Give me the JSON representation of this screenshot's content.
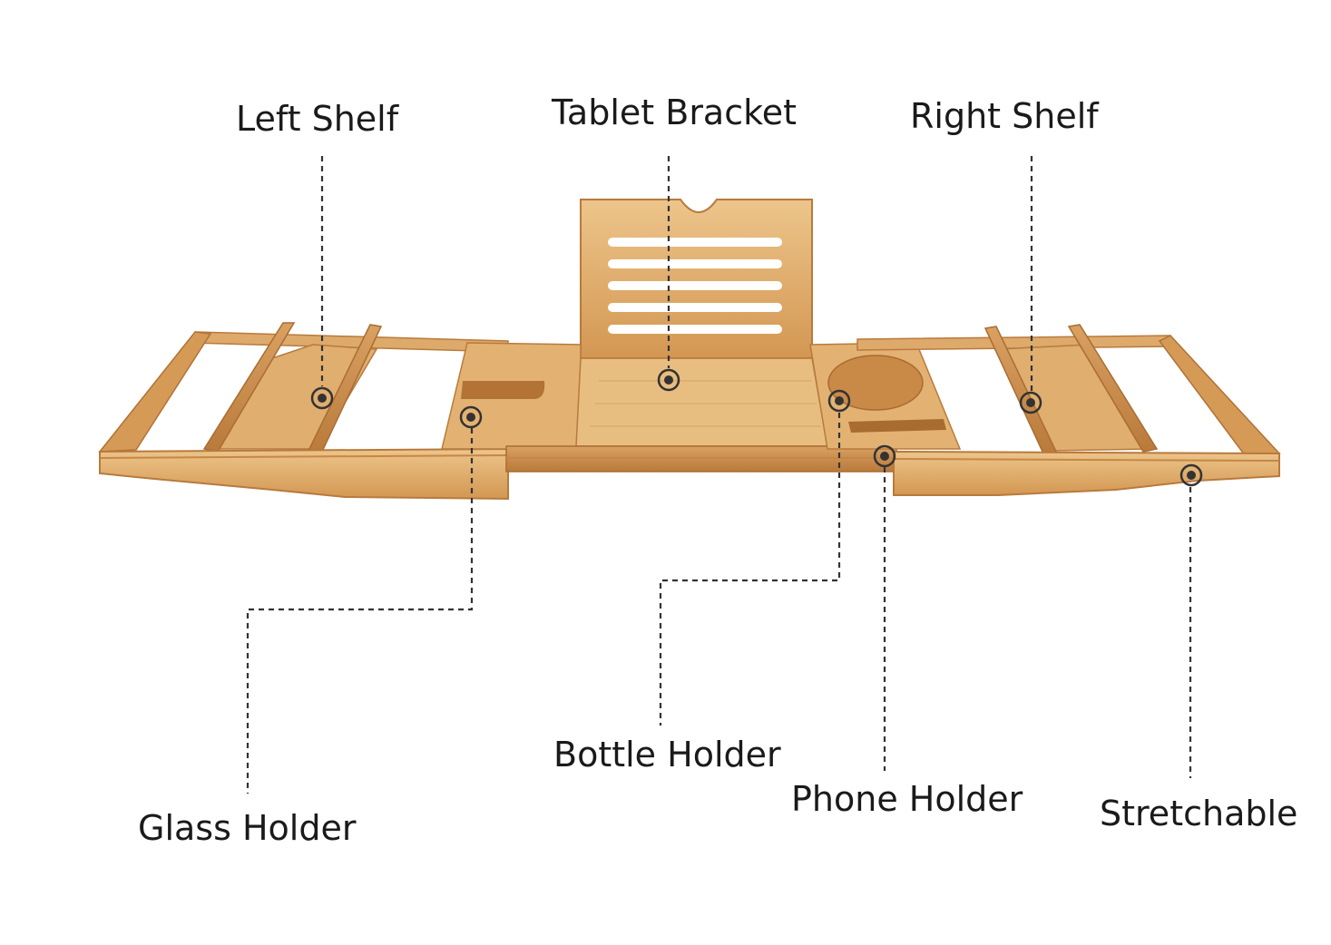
{
  "labels": {
    "left_shelf": "Left Shelf",
    "tablet_bracket": "Tablet Bracket",
    "right_shelf": "Right Shelf",
    "bottle_holder": "Bottle Holder",
    "phone_holder": "Phone Holder",
    "stretchable": "Stretchable",
    "glass_holder": "Glass Holder"
  },
  "colors": {
    "wood_light": "#e8b978",
    "wood_mid": "#d79c5a",
    "wood_dark": "#b87a3c",
    "leader_line": "#333333",
    "marker": "#333333"
  }
}
